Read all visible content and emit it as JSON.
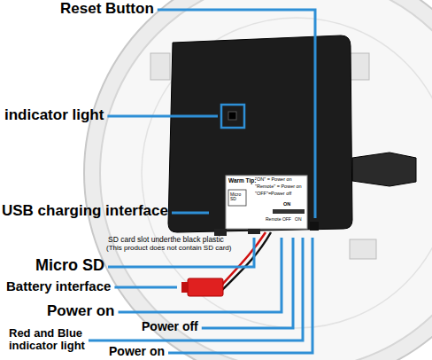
{
  "diagram": {
    "labels": [
      "Reset Button",
      "indicator light",
      "USB charging interface",
      "Micro SD",
      "SD card slot underthe black plastic",
      "(This product does not contain SD card)",
      "Battery interface",
      "Power on",
      "Power off",
      "Red and Blue indicator light",
      "Power on",
      "Warm Tip:",
      "\"ON\" = Power on",
      "\"Remote\" = Power on",
      "\"OFF\"=Power off",
      "Micro SD",
      "ON",
      "Remote OFF",
      "ON"
    ]
  }
}
